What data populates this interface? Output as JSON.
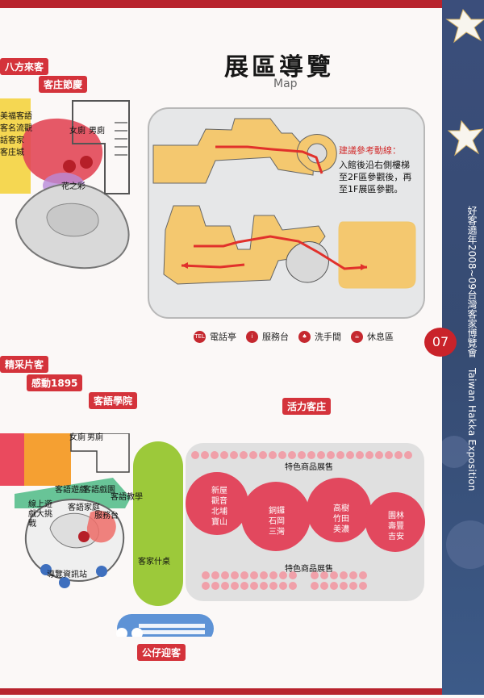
{
  "header": {
    "title": "展區導覽",
    "subtitle": "Map"
  },
  "sidebar": {
    "chinese_vertical": "好客遶年2008~09台灣客家博覽會",
    "page_number": "07",
    "english_vertical": "Taiwan Hakka Exposition"
  },
  "floor2": {
    "tags": [
      "八方來客",
      "客庄節慶"
    ],
    "labels": [
      "女廁",
      "男廁",
      "花之彩"
    ],
    "left_labels": [
      "美福客語",
      "客名流觀",
      "話客家",
      "客庄城"
    ]
  },
  "route_map": {
    "suggestion_title": "建議參考動線：",
    "suggestion_text": "入館後沿右側樓梯至2F區參觀後，再至1F展區參觀。"
  },
  "legend": {
    "items": [
      {
        "icon": "TEL",
        "label": "電話亭"
      },
      {
        "icon": "i",
        "label": "服務台"
      },
      {
        "icon": "♠",
        "label": "洗手間"
      },
      {
        "icon": "☕",
        "label": "休息區"
      }
    ]
  },
  "floor1": {
    "tags": [
      "精采片客",
      "感動1895",
      "客語學院",
      "活力客庄",
      "公仔迎客"
    ],
    "labels": [
      "女廁",
      "男廁",
      "客語遊戲",
      "客語戲園",
      "客語教學",
      "線上遊戲大挑戰",
      "客語家庭",
      "服務台",
      "導覽資訊站",
      "客家什桌",
      "特色商品展售",
      "特色商品展售"
    ],
    "circles": [
      {
        "lines": [
          "新屋",
          "觀音",
          "北埔",
          "寶山"
        ]
      },
      {
        "lines": [
          "銅鑼",
          "石岡",
          "三灣"
        ]
      },
      {
        "lines": [
          "高樹",
          "竹田",
          "美濃"
        ]
      },
      {
        "lines": [
          "園林",
          "壽豐",
          "吉安"
        ]
      }
    ]
  }
}
